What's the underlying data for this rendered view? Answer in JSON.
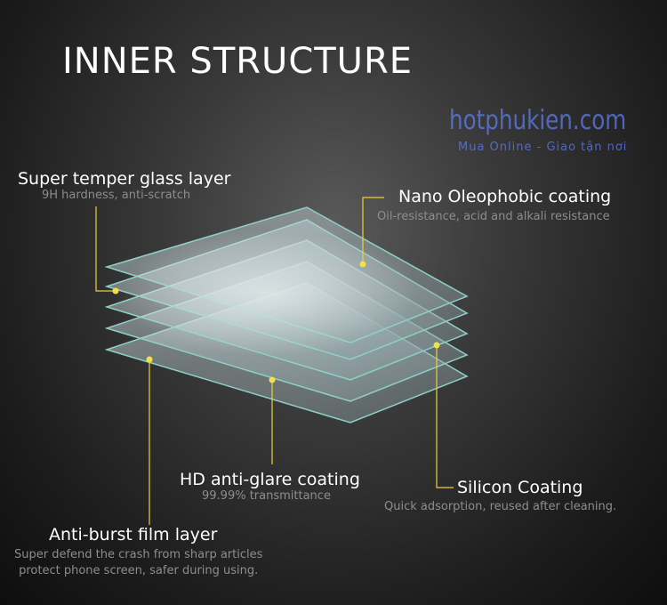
{
  "title": "INNER STRUCTURE",
  "watermark": {
    "site": "hotphukien.com",
    "tagline": "Mua Online - Giao tận nơi"
  },
  "layers": [
    {
      "name": "Super temper glass layer",
      "desc": "9H hardness, anti-scratch"
    },
    {
      "name": "Nano Oleophobic coating",
      "desc": "Oil-resistance, acid and alkali resistance"
    },
    {
      "name": "HD anti-glare coating",
      "desc": "99.99% transmittance"
    },
    {
      "name": "Silicon Coating",
      "desc": "Quick adsorption, reused after cleaning."
    },
    {
      "name": "Anti-burst film layer",
      "desc": "Super defend the crash from sharp articles",
      "desc2": "protect phone screen, safer during using."
    }
  ],
  "colors": {
    "leader": "#e8d23a",
    "layer_edge": "#8fd0c4"
  }
}
